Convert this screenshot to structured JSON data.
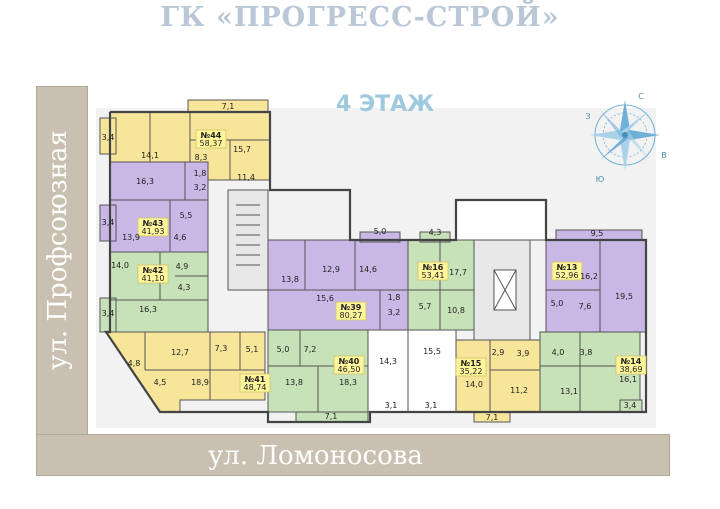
{
  "header": {
    "title": "ГК «ПРОГРЕСС-СТРОЙ»",
    "floor": "4 ЭТАЖ"
  },
  "streets": {
    "left": "ул. Профсоюзная",
    "bottom": "ул. Ломоносова"
  },
  "compass": {
    "north": "С",
    "south": "Ю",
    "east": "В",
    "west": "З"
  },
  "colors": {
    "yellow": "#f7e59a",
    "purple": "#c9b8e6",
    "green": "#c7e1b9",
    "street": "#c9c0b1",
    "badge": "#fff59a"
  },
  "apartments": [
    {
      "number": "№44",
      "area": "58,37"
    },
    {
      "number": "№43",
      "area": "41,93"
    },
    {
      "number": "№42",
      "area": "41,10"
    },
    {
      "number": "№41",
      "area": "48,74"
    },
    {
      "number": "№40",
      "area": "46,50"
    },
    {
      "number": "№39",
      "area": "80,27"
    },
    {
      "number": "№16",
      "area": "53,41"
    },
    {
      "number": "№15",
      "area": "35,22"
    },
    {
      "number": "№14",
      "area": "38,69"
    },
    {
      "number": "№13",
      "area": "52,96"
    }
  ],
  "rooms": {
    "a44": [
      "7,1",
      "3,4",
      "14,1",
      "8,3",
      "15,7",
      "1,8",
      "3,2",
      "11,4"
    ],
    "a43": [
      "16,3",
      "3,4",
      "13,9",
      "5,5",
      "4,6"
    ],
    "a42": [
      "14,0",
      "4,9",
      "4,3",
      "3,4",
      "16,3"
    ],
    "a41": [
      "12,7",
      "7,3",
      "5,1",
      "4,8",
      "4,5",
      "18,9"
    ],
    "a40": [
      "5,0",
      "7,2",
      "13,8",
      "18,3",
      "7,1"
    ],
    "a39": [
      "13,8",
      "12,9",
      "14,6",
      "5,0",
      "15,6",
      "1,8",
      "3,2",
      "14,3",
      "3,1"
    ],
    "a16": [
      "4,3",
      "17,7",
      "5,7",
      "10,8",
      "15,5",
      "3,1"
    ],
    "a15": [
      "2,9",
      "3,9",
      "14,0",
      "11,2",
      "7,1"
    ],
    "a14": [
      "4,0",
      "3,8",
      "13,1",
      "16,1",
      "3,4"
    ],
    "a13": [
      "9,5",
      "16,2",
      "5,0",
      "7,6",
      "19,5"
    ]
  }
}
